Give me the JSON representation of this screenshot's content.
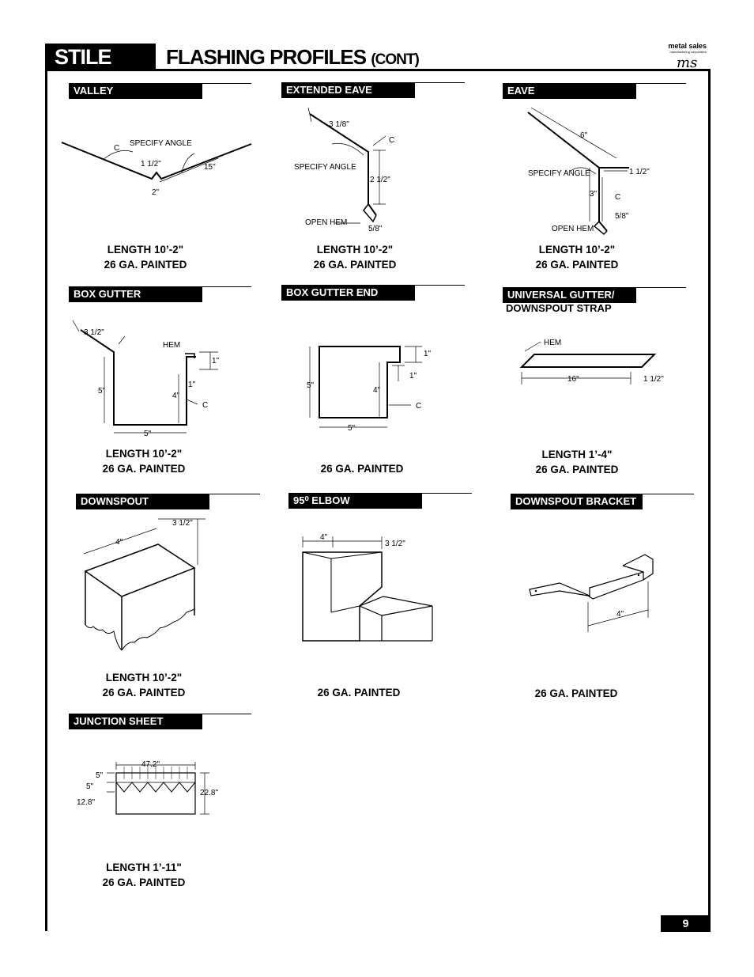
{
  "header": {
    "section": "STILE",
    "title": "FLASHING PROFILES",
    "title_suffix": "(CONT)",
    "logo_brand": "metal sales",
    "logo_sub": "manufacturing corporation",
    "logo_mark": "ms"
  },
  "panels": [
    {
      "label": "VALLEY",
      "caption_line1": "LENGTH 10’-2\"",
      "caption_line2": "26 GA. PAINTED",
      "dims": {
        "c": "C",
        "angle": "SPECIFY ANGLE",
        "d1": "1 1/2\"",
        "d2": "15\"",
        "d3": "2\""
      }
    },
    {
      "label": "EXTENDED EAVE",
      "caption_line1": "LENGTH 10’-2\"",
      "caption_line2": "26 GA. PAINTED",
      "dims": {
        "d1": "3 1/8\"",
        "c": "C",
        "angle": "SPECIFY ANGLE",
        "d2": "2 1/2\"",
        "hem": "OPEN HEM",
        "d3": "5/8\""
      }
    },
    {
      "label": "EAVE",
      "caption_line1": "LENGTH 10’-2\"",
      "caption_line2": "26 GA. PAINTED",
      "dims": {
        "d1": "6\"",
        "angle": "SPECIFY ANGLE",
        "d2": "1 1/2\"",
        "d3": "3\"",
        "c": "C",
        "d4": "5/8\"",
        "hem": "OPEN HEM"
      }
    },
    {
      "label": "BOX GUTTER",
      "caption_line1": "LENGTH 10’-2\"",
      "caption_line2": "26 GA. PAINTED",
      "dims": {
        "d1": "3 1/2\"",
        "hem": "HEM",
        "d2": "1\"",
        "d3": "1\"",
        "d4": "5\"",
        "d5": "4\"",
        "c": "C",
        "d6": "5\""
      }
    },
    {
      "label": "BOX GUTTER END",
      "caption_line1": "26 GA. PAINTED",
      "dims": {
        "d1": "1\"",
        "d2": "1\"",
        "d3": "5\"",
        "d4": "4\"",
        "c": "C",
        "d5": "5\""
      }
    },
    {
      "label": "UNIVERSAL GUTTER/",
      "extra_label": "DOWNSPOUT STRAP",
      "caption_line1": "LENGTH 1’-4\"",
      "caption_line2": "26 GA. PAINTED",
      "dims": {
        "hem": "HEM",
        "d1": "16\"",
        "d2": "1 1/2\""
      }
    },
    {
      "label": "DOWNSPOUT",
      "caption_line1": "LENGTH 10’-2\"",
      "caption_line2": "26 GA. PAINTED",
      "dims": {
        "d1": "4\"",
        "d2": "3 1/2\""
      }
    },
    {
      "label": "95⁰  ELBOW",
      "caption_line1": "26 GA. PAINTED",
      "dims": {
        "d1": "4\"",
        "d2": "3 1/2\""
      }
    },
    {
      "label": "DOWNSPOUT BRACKET",
      "caption_line1": "26 GA. PAINTED",
      "dims": {
        "d1": "4\""
      }
    },
    {
      "label": "JUNCTION SHEET",
      "caption_line1": "LENGTH 1’-11\"",
      "caption_line2": "26 GA. PAINTED",
      "dims": {
        "d1": "47.2\"",
        "d2": "5\"",
        "d3": "5\"",
        "d4": "12.8\"",
        "d5": "22.8\""
      }
    }
  ],
  "page_number": "9"
}
